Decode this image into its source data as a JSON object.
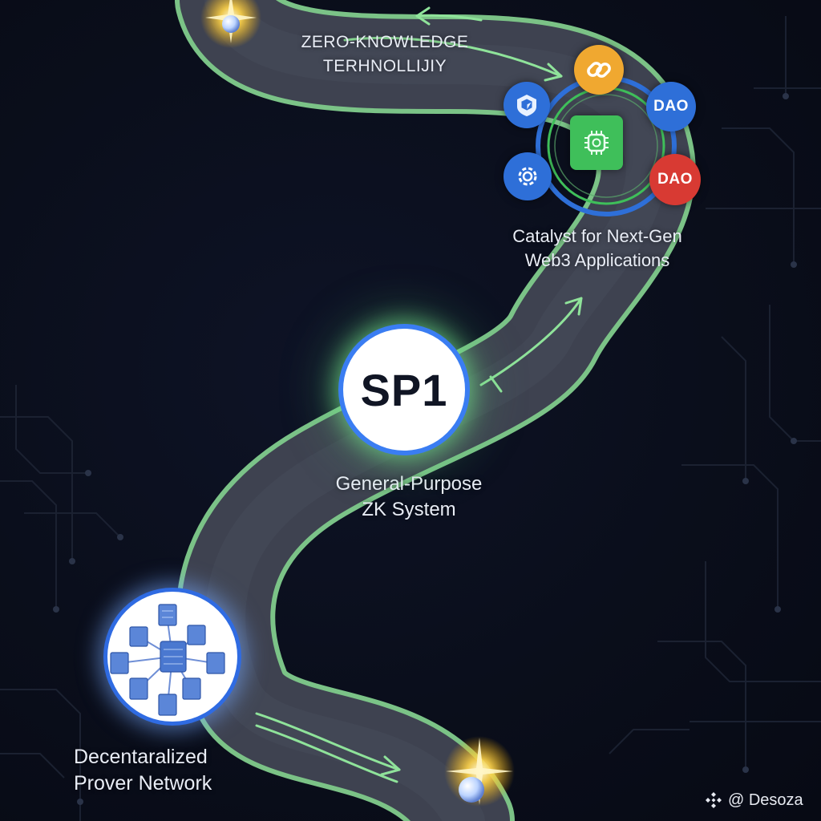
{
  "labels": {
    "title": "ZERO-KNOWLEDGE\nTERHNOLLIJIY",
    "catalyst": "Catalyst for Next-Gen\nWeb3 Applications",
    "general_purpose": "General-Purpose\nZK System",
    "prover_network": "Decentaralized\nProver Network"
  },
  "center_badge": {
    "text": "SP1"
  },
  "app_icons": [
    {
      "name": "chain-link-icon",
      "color": "#f0a830"
    },
    {
      "name": "cube-shield-icon",
      "color": "#2e6fd8"
    },
    {
      "name": "dao-badge",
      "text": "DAO",
      "color": "#2e6fd8"
    },
    {
      "name": "gear-icon",
      "color": "#2e6fd8"
    },
    {
      "name": "dao-badge",
      "text": "DAO",
      "color": "#d83a33"
    },
    {
      "name": "chip-icon",
      "color": "#3fbf5a"
    }
  ],
  "watermark": {
    "text": "@ Desoza",
    "icon": "diamond-logo-icon"
  },
  "colors": {
    "road": "#3e4250",
    "road_edge": "#8fe39a",
    "accent_blue": "#2e6fd8",
    "accent_green": "#3fbf5a"
  }
}
